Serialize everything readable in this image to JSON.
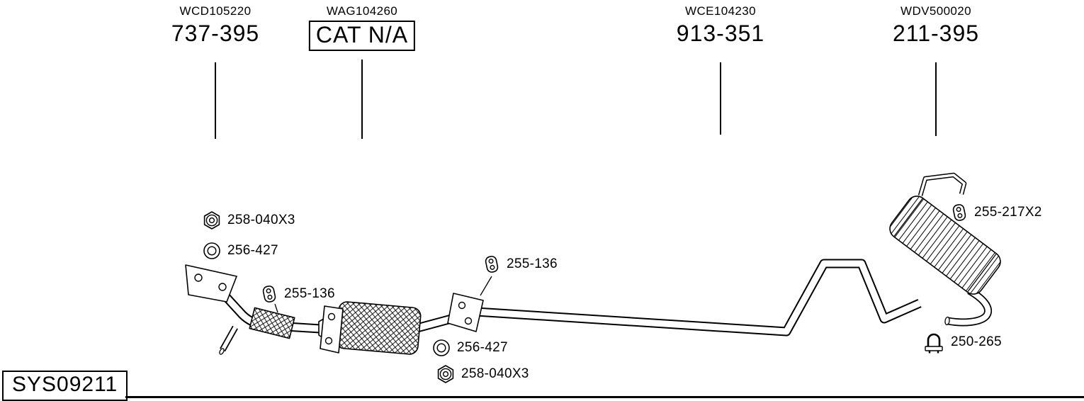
{
  "colors": {
    "ink": "#000000",
    "background": "#ffffff"
  },
  "system_code": "SYS09211",
  "top_labels": [
    {
      "code": "WCD105220",
      "part": "737-395",
      "boxed": false
    },
    {
      "code": "WAG104260",
      "part": "CAT N/A",
      "boxed": true
    },
    {
      "code": "WCE104230",
      "part": "913-351",
      "boxed": false
    },
    {
      "code": "WDV500020",
      "part": "211-395",
      "boxed": false
    }
  ],
  "part_labels": [
    {
      "icon": "nut-icon",
      "text": "258-040X3"
    },
    {
      "icon": "gasket-icon",
      "text": "256-427"
    },
    {
      "icon": "hanger-icon",
      "text": "255-136"
    },
    {
      "icon": "hanger-icon",
      "text": "255-136"
    },
    {
      "icon": "gasket-icon",
      "text": "256-427"
    },
    {
      "icon": "nut-icon",
      "text": "258-040X3"
    },
    {
      "icon": "hanger-icon",
      "text": "255-217X2"
    },
    {
      "icon": "clamp-icon",
      "text": "250-265"
    }
  ],
  "diagram_parts": [
    "front-pipe",
    "flex-section",
    "catalytic-converter",
    "middle-pipe",
    "rear-muffler",
    "tailpipe"
  ]
}
